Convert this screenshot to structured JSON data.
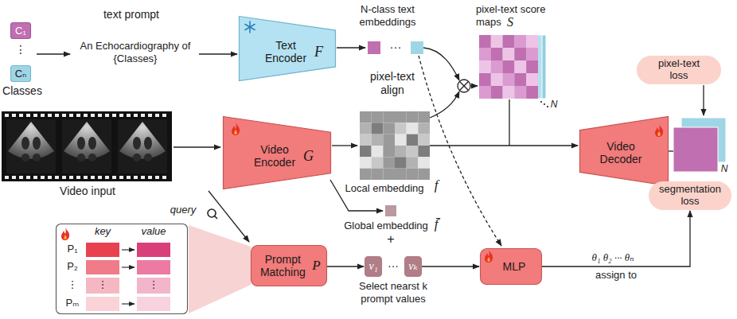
{
  "diagram": {
    "nodes": [
      {
        "text": [
          "C₁"
        ]
      },
      {
        "text": [
          "Cₙ"
        ]
      },
      {
        "text": [
          "Text Encoder",
          "F"
        ]
      },
      {
        "text": [
          "pixel-text loss"
        ]
      },
      {
        "text": [
          "Video Encoder",
          "G"
        ]
      },
      {
        "text": [
          "Video Decoder"
        ]
      },
      {
        "text": [
          "segmentation loss"
        ]
      },
      {
        "text": [
          "key",
          "value",
          "P₁",
          "P₂",
          "⋮",
          "Pₘ",
          "⋮",
          "⋮"
        ]
      },
      {
        "text": [
          "Prompt Matching",
          "P"
        ]
      },
      {
        "text": [
          "v₁"
        ]
      },
      {
        "text": [
          "vₖ"
        ]
      },
      {
        "text": [
          "MLP"
        ]
      }
    ],
    "edges": [
      {
        "from": 8,
        "to": 9,
        "arrow": "to"
      },
      {
        "from": 10,
        "to": 11,
        "arrow": "to"
      },
      {
        "from": 11,
        "to": 6,
        "arrow": "to",
        "label": "assign to"
      }
    ],
    "labels": [
      "text prompt",
      "An Echocardiography of {Classes}",
      "⋮",
      "Classes",
      "N-class text embeddings",
      "···",
      "pixel-text score maps",
      "S",
      "N",
      "pixel-text align",
      "Video input",
      "Local embedding",
      "f",
      "N",
      "query",
      "Global embedding",
      "f̄",
      "+",
      "···",
      "Select nearst k prompt values",
      "θ₁ θ₂ ··· θₙ"
    ]
  }
}
